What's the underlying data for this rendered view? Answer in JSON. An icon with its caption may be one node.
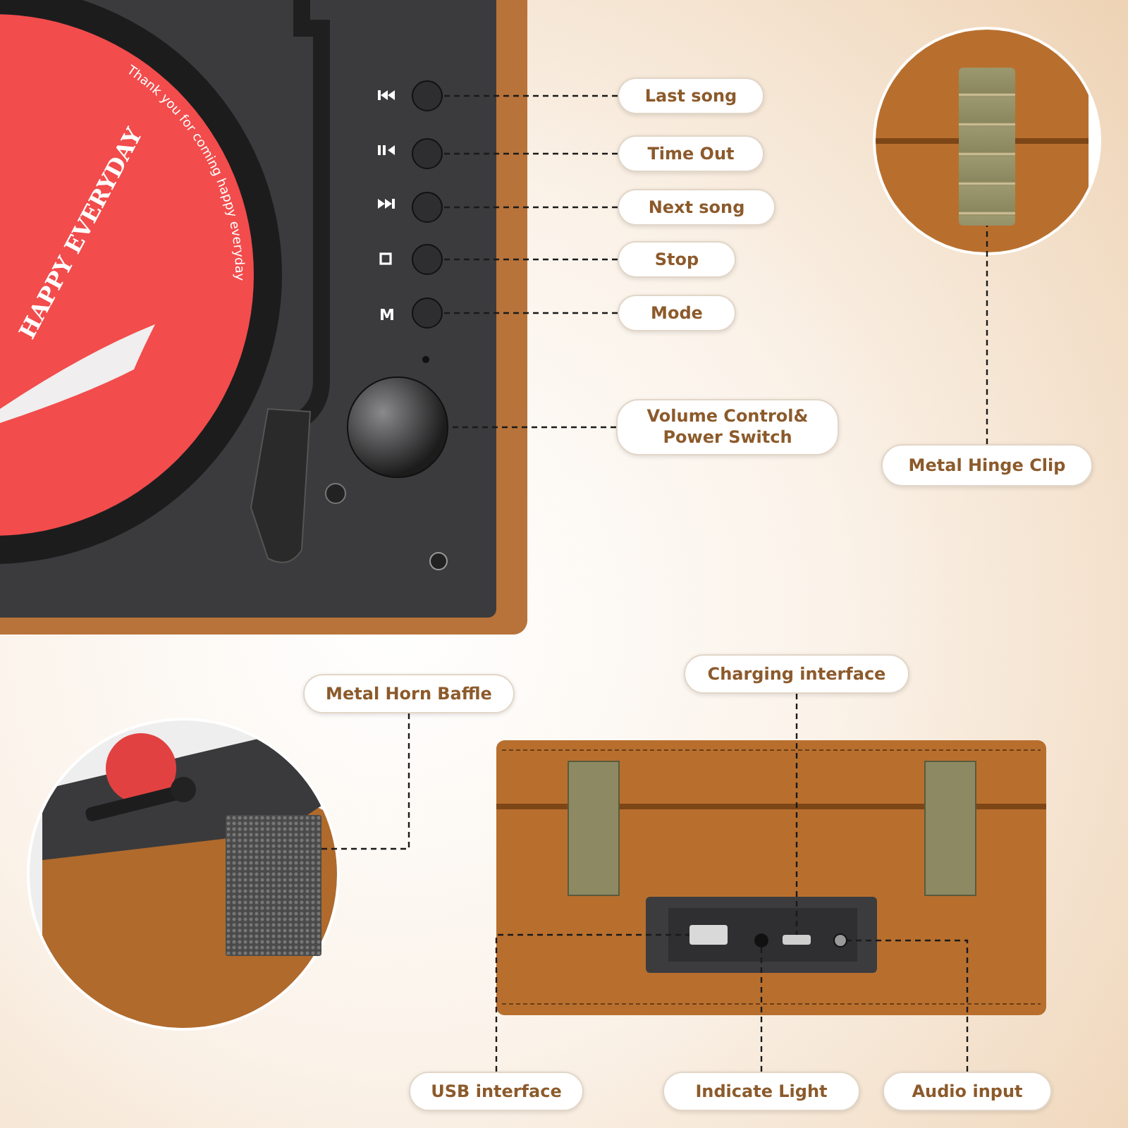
{
  "diagram": {
    "nodes": [
      {
        "text": [
          "Last song"
        ]
      },
      {
        "text": [
          "Time Out"
        ]
      },
      {
        "text": [
          "Next song"
        ]
      },
      {
        "text": [
          "Stop"
        ]
      },
      {
        "text": [
          "Mode"
        ]
      },
      {
        "text": [
          "Volume Control& Power Switch"
        ]
      },
      {
        "text": [
          "Metal Hinge Clip"
        ]
      },
      {
        "text": [
          "Metal Horn Baffle"
        ]
      },
      {
        "text": [
          "Charging interface"
        ]
      },
      {
        "text": [
          "USB interface"
        ]
      },
      {
        "text": [
          "Indicate Light"
        ]
      },
      {
        "text": [
          "Audio input"
        ]
      },
      {
        "text": [],
        "shape": "circle"
      },
      {
        "text": [],
        "shape": "circle"
      },
      {
        "text": [],
        "shape": "circle"
      },
      {
        "text": [],
        "shape": "circle"
      },
      {
        "text": [],
        "shape": "circle"
      },
      {
        "text": [],
        "shape": "circle"
      },
      {
        "text": [],
        "shape": "picture"
      },
      {
        "text": [],
        "shape": "box"
      },
      {
        "text": [],
        "shape": "box"
      },
      {
        "text": [],
        "shape": "circle"
      },
      {
        "text": [],
        "shape": "box"
      },
      {
        "text": [],
        "shape": "circle"
      }
    ],
    "edges": [
      {
        "from": 0,
        "to": 12,
        "arrow": "none",
        "style": "dashed"
      },
      {
        "from": 1,
        "to": 13,
        "arrow": "none",
        "style": "dashed"
      },
      {
        "from": 2,
        "to": 14,
        "arrow": "none",
        "style": "dashed"
      },
      {
        "from": 3,
        "to": 15,
        "arrow": "none",
        "style": "dashed"
      },
      {
        "from": 4,
        "to": 16,
        "arrow": "none",
        "style": "dashed"
      },
      {
        "from": 5,
        "to": 17,
        "arrow": "none",
        "style": "dashed"
      },
      {
        "from": 6,
        "to": 18,
        "arrow": "none",
        "style": "dashed"
      },
      {
        "from": 7,
        "to": 19,
        "arrow": "none",
        "style": "dashed"
      },
      {
        "from": 8,
        "to": 22,
        "arrow": "none",
        "style": "dashed"
      },
      {
        "from": 9,
        "to": 20,
        "arrow": "none",
        "style": "dashed"
      },
      {
        "from": 10,
        "to": 21,
        "arrow": "none",
        "style": "dashed"
      },
      {
        "from": 11,
        "to": 23,
        "arrow": "none",
        "style": "dashed"
      }
    ],
    "labels": [
      "HAPPY EVERYDAY",
      "Thank you for coming happy everyday",
      "M"
    ]
  }
}
